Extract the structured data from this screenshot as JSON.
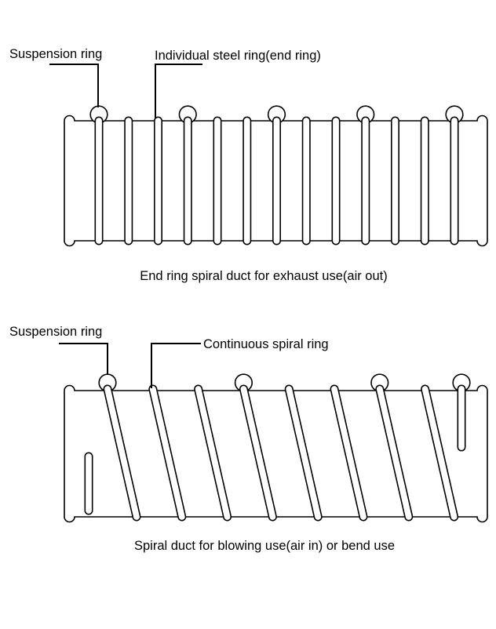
{
  "page": {
    "background_color": "#ffffff",
    "line_color": "#000000"
  },
  "top_diagram": {
    "labels": {
      "suspension_ring": "Suspension ring",
      "end_ring": "Individual steel ring(end ring)"
    },
    "caption": "End ring spiral duct for exhaust use(air out)",
    "ring_count": 13,
    "suspension_on_rings": [
      1,
      4,
      7,
      10,
      13
    ]
  },
  "bottom_diagram": {
    "labels": {
      "suspension_ring": "Suspension ring",
      "spiral_ring": "Continuous spiral ring"
    },
    "caption": "Spiral duct for blowing use(air in) or bend use",
    "spiral_turn_count": 8,
    "suspension_on_turns": [
      1,
      4,
      7
    ],
    "suspension_on_end_ring": true
  }
}
